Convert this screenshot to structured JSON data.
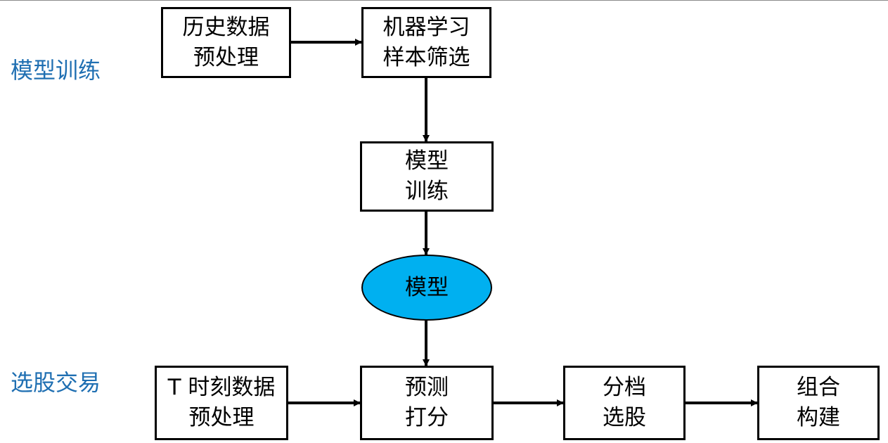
{
  "colors": {
    "label_color": "#1f6fb2",
    "model_fill": "#00b0f0",
    "line_color": "#000000"
  },
  "sections": {
    "training": "模型训练",
    "trading": "选股交易"
  },
  "nodes": {
    "history_preprocess": {
      "line1": "历史数据",
      "line2": "预处理"
    },
    "ml_sample_filter": {
      "line1": "机器学习",
      "line2": "样本筛选"
    },
    "model_training": {
      "line1": "模型",
      "line2": "训练"
    },
    "model": {
      "line1": "模型"
    },
    "t_preprocess": {
      "line1": "T 时刻数据",
      "line2": "预处理"
    },
    "predict_score": {
      "line1": "预测",
      "line2": "打分"
    },
    "tier_select": {
      "line1": "分档",
      "line2": "选股"
    },
    "portfolio_build": {
      "line1": "组合",
      "line2": "构建"
    }
  },
  "edges": [
    {
      "from": "history_preprocess",
      "to": "ml_sample_filter"
    },
    {
      "from": "ml_sample_filter",
      "to": "model_training"
    },
    {
      "from": "model_training",
      "to": "model"
    },
    {
      "from": "model",
      "to": "predict_score"
    },
    {
      "from": "t_preprocess",
      "to": "predict_score"
    },
    {
      "from": "predict_score",
      "to": "tier_select"
    },
    {
      "from": "tier_select",
      "to": "portfolio_build"
    }
  ]
}
